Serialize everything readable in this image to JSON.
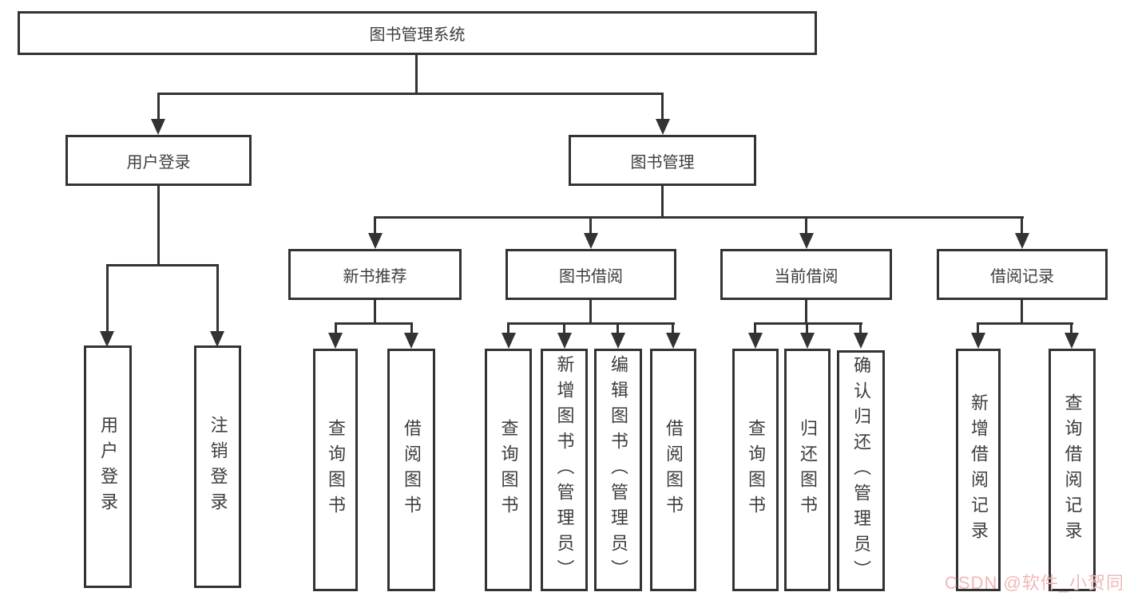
{
  "colors": {
    "line": "#333333",
    "text": "#3d3d3d",
    "box_bg": "#ffffff",
    "watermark": "#f0b8b8"
  },
  "watermark": {
    "text": "CSDN @软件_小贺同学"
  },
  "tree": {
    "root": {
      "label": "图书管理系统",
      "children": [
        {
          "label": "用户登录",
          "children": [
            {
              "label": "用户登录"
            },
            {
              "label": "注销登录"
            }
          ]
        },
        {
          "label": "图书管理",
          "children": [
            {
              "label": "新书推荐",
              "children": [
                {
                  "label": "查询图书"
                },
                {
                  "label": "借阅图书"
                }
              ]
            },
            {
              "label": "图书借阅",
              "children": [
                {
                  "label": "查询图书"
                },
                {
                  "label": "新增图书（管理员）"
                },
                {
                  "label": "编辑图书（管理员）"
                },
                {
                  "label": "借阅图书"
                }
              ]
            },
            {
              "label": "当前借阅",
              "children": [
                {
                  "label": "查询图书"
                },
                {
                  "label": "归还图书"
                },
                {
                  "label": "确认归还（管理员）"
                }
              ]
            },
            {
              "label": "借阅记录",
              "children": [
                {
                  "label": "新增借阅记录"
                },
                {
                  "label": "查询借阅记录"
                }
              ]
            }
          ]
        }
      ]
    }
  }
}
